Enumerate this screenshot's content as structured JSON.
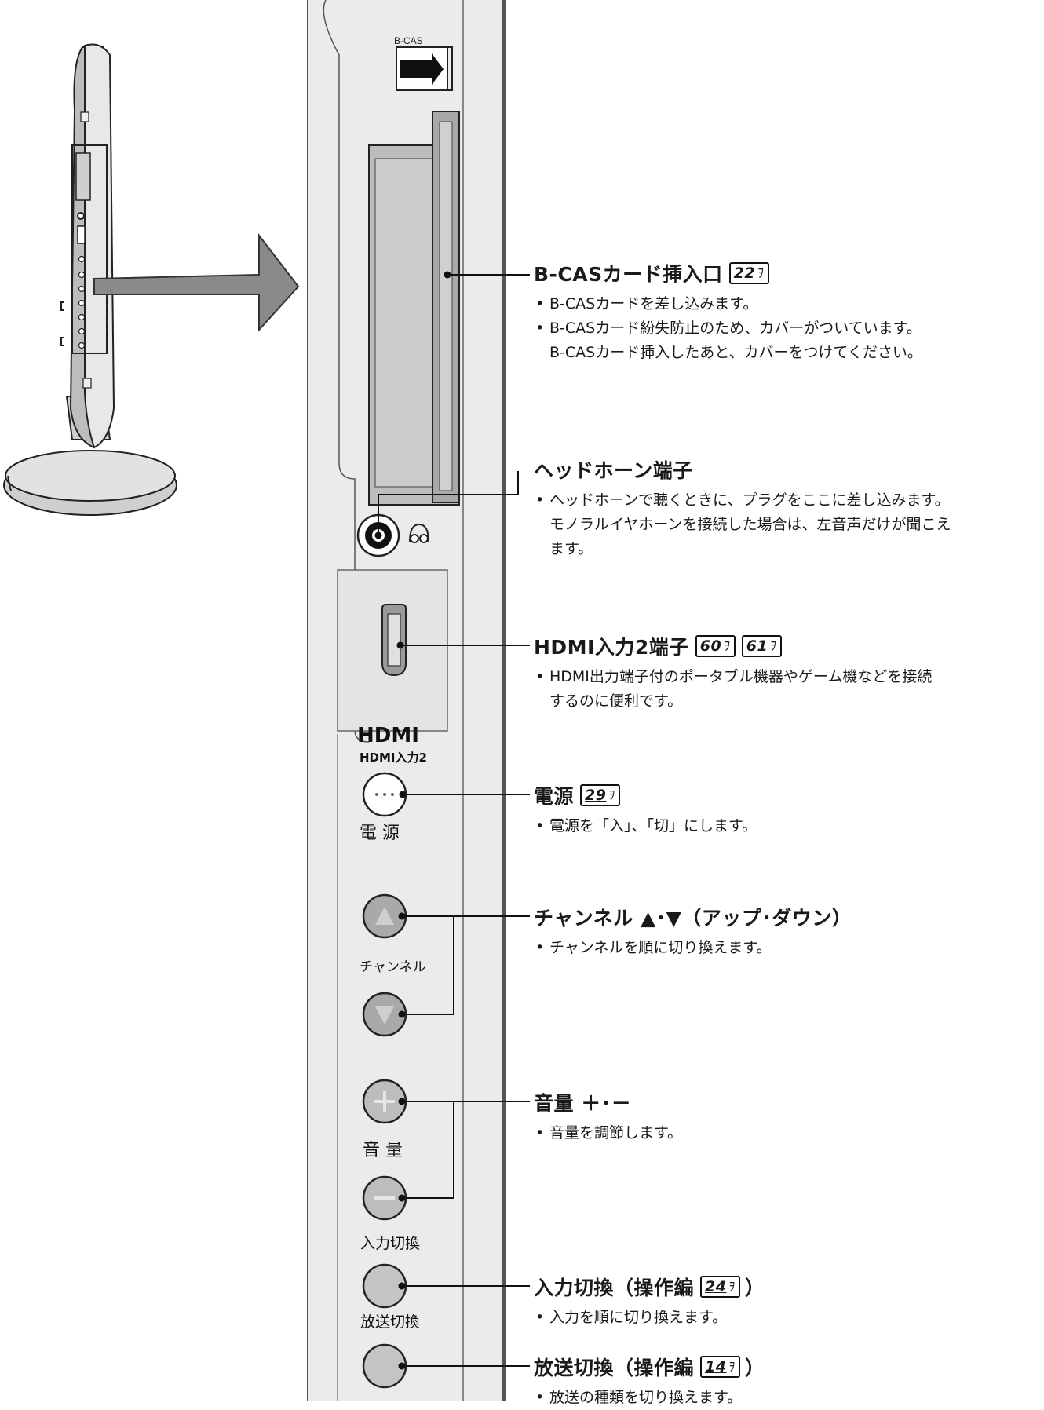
{
  "panel": {
    "bcas_label": "B-CAS",
    "hdmi_logo": "HDMI",
    "hdmi_port_label": "HDMI入力2",
    "power_label": "電 源",
    "channel_label": "チャンネル",
    "volume_label": "音 量",
    "input_label": "入力切換",
    "broadcast_label": "放送切換"
  },
  "callouts": [
    {
      "title": "B-CASカード挿入口",
      "refs": [
        "22"
      ],
      "lines": [
        {
          "text": "B-CASカードを差し込みます。",
          "bullet": true
        },
        {
          "text": "B-CASカード紛失防止のため、カバーがついています。",
          "bullet": true
        },
        {
          "text": "B-CASカード挿入したあと、カバーをつけてください。",
          "bullet": false
        }
      ]
    },
    {
      "title": "ヘッドホーン端子",
      "refs": [],
      "lines": [
        {
          "text": "ヘッドホーンで聴くときに、プラグをここに差し込みます。",
          "bullet": true
        },
        {
          "text": "モノラルイヤホーンを接続した場合は、左音声だけが聞こえ",
          "bullet": false
        },
        {
          "text": "ます。",
          "bullet": false
        }
      ]
    },
    {
      "title": "HDMI入力2端子",
      "refs": [
        "60",
        "61"
      ],
      "lines": [
        {
          "text": "HDMI出力端子付のポータブル機器やゲーム機などを接続",
          "bullet": true
        },
        {
          "text": "するのに便利です。",
          "bullet": false
        }
      ]
    },
    {
      "title": "電源",
      "refs": [
        "29"
      ],
      "lines": [
        {
          "text": "電源を「入」、「切」にします。",
          "bullet": true
        }
      ]
    },
    {
      "title": "チャンネル ▲･▼（アップ･ダウン）",
      "refs": [],
      "lines": [
        {
          "text": "チャンネルを順に切り換えます。",
          "bullet": true
        }
      ]
    },
    {
      "title": "音量 ＋･－",
      "refs": [],
      "lines": [
        {
          "text": "音量を調節します。",
          "bullet": true
        }
      ]
    },
    {
      "title": "入力切換（操作編",
      "refs": [
        "24"
      ],
      "suffix": "）",
      "lines": [
        {
          "text": "入力を順に切り換えます。",
          "bullet": true
        }
      ]
    },
    {
      "title": "放送切換（操作編",
      "refs": [
        "14"
      ],
      "suffix": "）",
      "lines": [
        {
          "text": "放送の種類を切り換えます。",
          "bullet": true
        }
      ]
    }
  ],
  "ref_mark": "ｦ",
  "icons": [
    "tv-side-view",
    "arrow-right-icon",
    "headphone-icon",
    "hdmi-port-icon",
    "power-button-icon",
    "up-triangle-icon",
    "down-triangle-icon",
    "plus-icon",
    "minus-icon"
  ]
}
